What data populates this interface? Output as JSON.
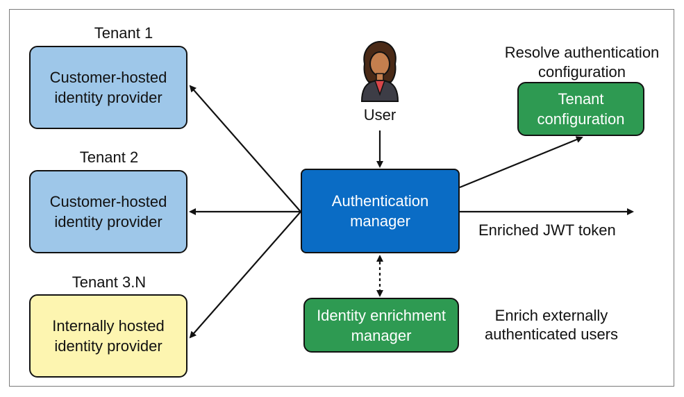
{
  "tenants": [
    {
      "heading": "Tenant 1",
      "idp_line1": "Customer-hosted",
      "idp_line2": "identity provider"
    },
    {
      "heading": "Tenant 2",
      "idp_line1": "Customer-hosted",
      "idp_line2": "identity provider"
    },
    {
      "heading": "Tenant 3.N",
      "idp_line1": "Internally hosted",
      "idp_line2": "identity provider"
    }
  ],
  "user": {
    "label": "User",
    "icon": "user-avatar-icon"
  },
  "auth_manager": {
    "line1": "Authentication",
    "line2": "manager"
  },
  "tenant_config": {
    "line1": "Tenant",
    "line2": "configuration",
    "caption_line1": "Resolve authentication",
    "caption_line2": "configuration"
  },
  "enrichment": {
    "line1": "Identity enrichment",
    "line2": "manager",
    "caption_line1": "Enrich externally",
    "caption_line2": "authenticated users"
  },
  "output": {
    "label": "Enriched JWT token"
  },
  "colors": {
    "customer_idp_fill": "#9ec7e9",
    "internal_idp_fill": "#fdf5b0",
    "auth_manager_fill": "#0a6cc5",
    "green_fill": "#2e9a52"
  }
}
